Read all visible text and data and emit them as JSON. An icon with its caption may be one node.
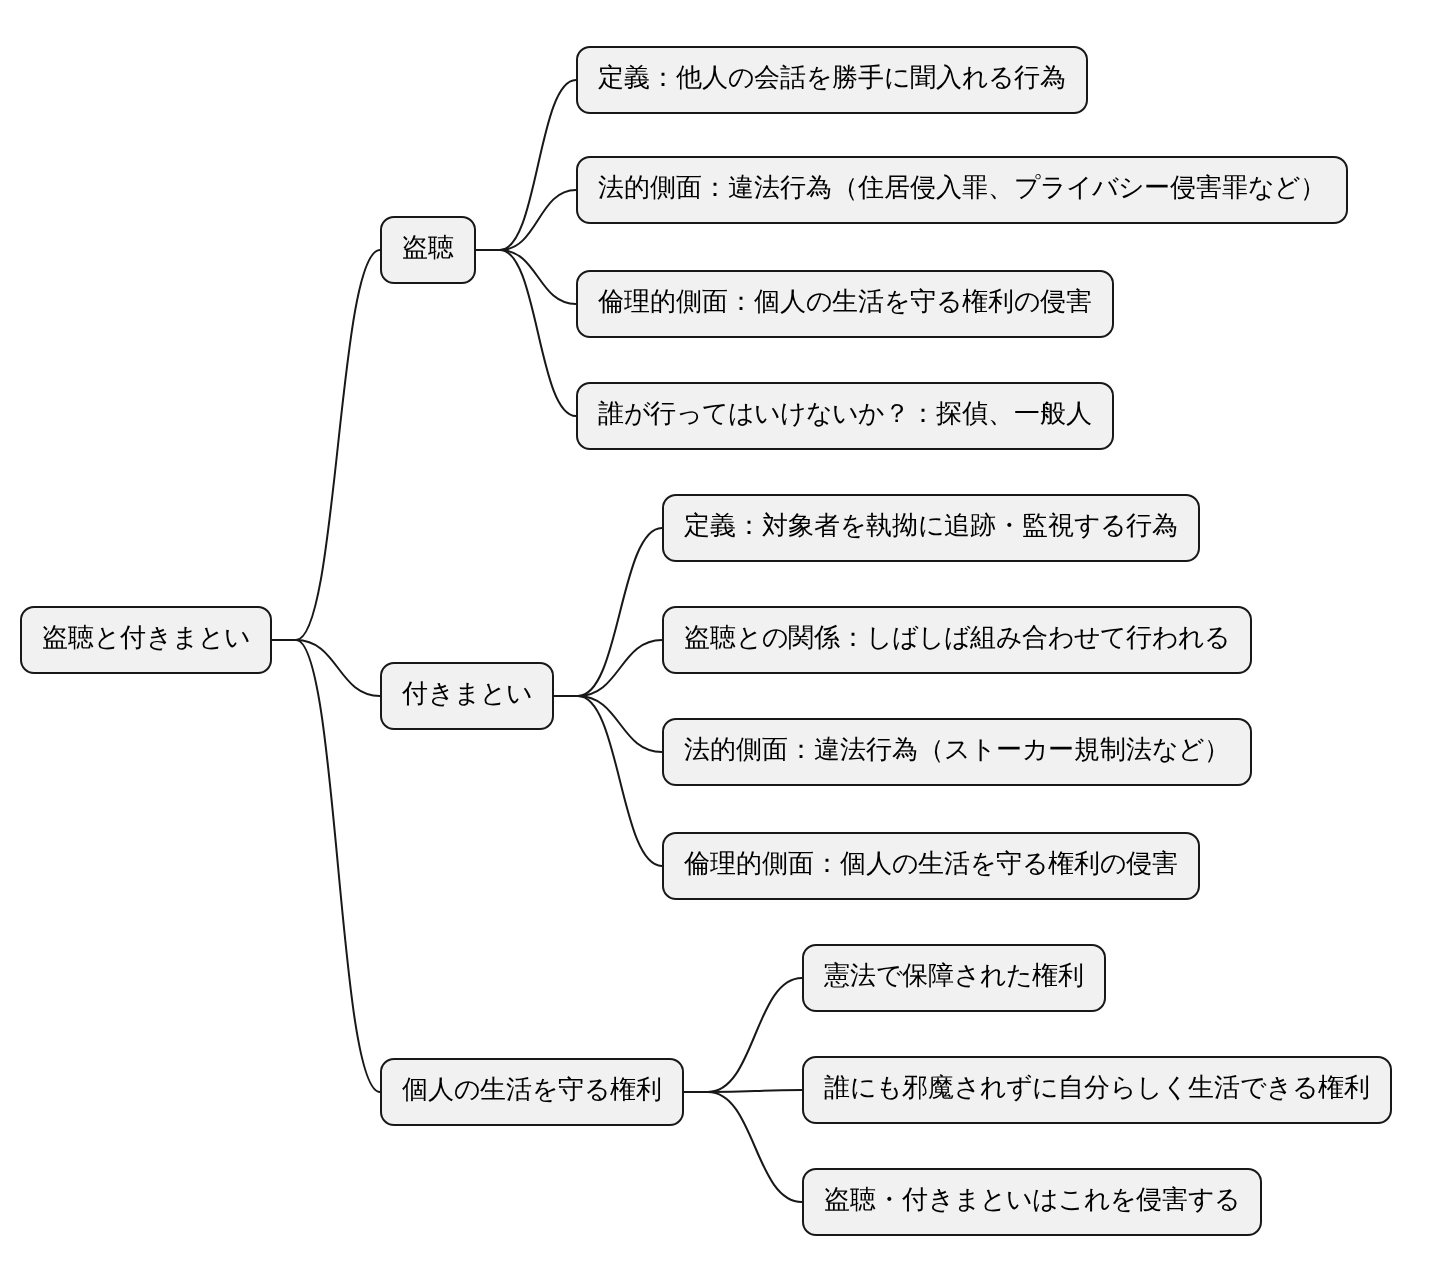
{
  "diagram": {
    "nodes": [
      {
        "text": [
          "盗聴と付きまとい"
        ]
      },
      {
        "text": [
          "盗聴"
        ]
      },
      {
        "text": [
          "定義：他人の会話を勝手に聞入れる行為"
        ]
      },
      {
        "text": [
          "法的側面：違法行為（住居侵入罪、プライバシー侵害罪など）"
        ]
      },
      {
        "text": [
          "倫理的側面：個人の生活を守る権利の侵害"
        ]
      },
      {
        "text": [
          "誰が行ってはいけないか？：探偵、一般人"
        ]
      },
      {
        "text": [
          "付きまとい"
        ]
      },
      {
        "text": [
          "定義：対象者を執拗に追跡・監視する行為"
        ]
      },
      {
        "text": [
          "盗聴との関係：しばしば組み合わせて行われる"
        ]
      },
      {
        "text": [
          "法的側面：違法行為（ストーカー規制法など）"
        ]
      },
      {
        "text": [
          "倫理的側面：個人の生活を守る権利の侵害"
        ]
      },
      {
        "text": [
          "個人の生活を守る権利"
        ]
      },
      {
        "text": [
          "憲法で保障された権利"
        ]
      },
      {
        "text": [
          "誰にも邪魔されずに自分らしく生活できる権利"
        ]
      },
      {
        "text": [
          "盗聴・付きまといはこれを侵害する"
        ]
      }
    ],
    "edges": [
      {
        "from": 0,
        "to": 1,
        "arrow": "none"
      },
      {
        "from": 0,
        "to": 6,
        "arrow": "none"
      },
      {
        "from": 0,
        "to": 11,
        "arrow": "none"
      },
      {
        "from": 1,
        "to": 2,
        "arrow": "none"
      },
      {
        "from": 1,
        "to": 3,
        "arrow": "none"
      },
      {
        "from": 1,
        "to": 4,
        "arrow": "none"
      },
      {
        "from": 1,
        "to": 5,
        "arrow": "none"
      },
      {
        "from": 6,
        "to": 7,
        "arrow": "none"
      },
      {
        "from": 6,
        "to": 8,
        "arrow": "none"
      },
      {
        "from": 6,
        "to": 9,
        "arrow": "none"
      },
      {
        "from": 6,
        "to": 10,
        "arrow": "none"
      },
      {
        "from": 11,
        "to": 12,
        "arrow": "none"
      },
      {
        "from": 11,
        "to": 13,
        "arrow": "none"
      },
      {
        "from": 11,
        "to": 14,
        "arrow": "none"
      }
    ]
  }
}
